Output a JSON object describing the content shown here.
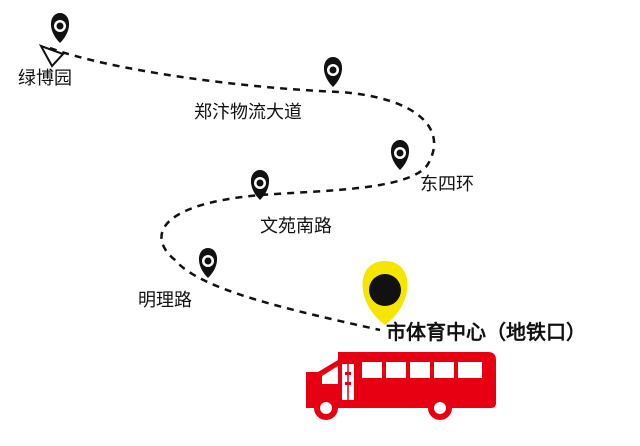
{
  "stops": [
    {
      "id": "lvboyuan",
      "label": "绿博园"
    },
    {
      "id": "zhengbian",
      "label": "郑汴物流大道"
    },
    {
      "id": "dongsihuan",
      "label": "东四环"
    },
    {
      "id": "wenyuan",
      "label": "文苑南路"
    },
    {
      "id": "mingli",
      "label": "明理路"
    }
  ],
  "destination": {
    "label": "市体育中心（地铁口）"
  },
  "colors": {
    "pin": "#111111",
    "destination_pin": "#f5e600",
    "bus": "#e60012",
    "route": "#111111",
    "background": "#ffffff"
  },
  "icons": {
    "stop": "map-pin-icon",
    "destination": "destination-pin-icon",
    "start": "start-flag-icon",
    "vehicle": "bus-icon"
  }
}
